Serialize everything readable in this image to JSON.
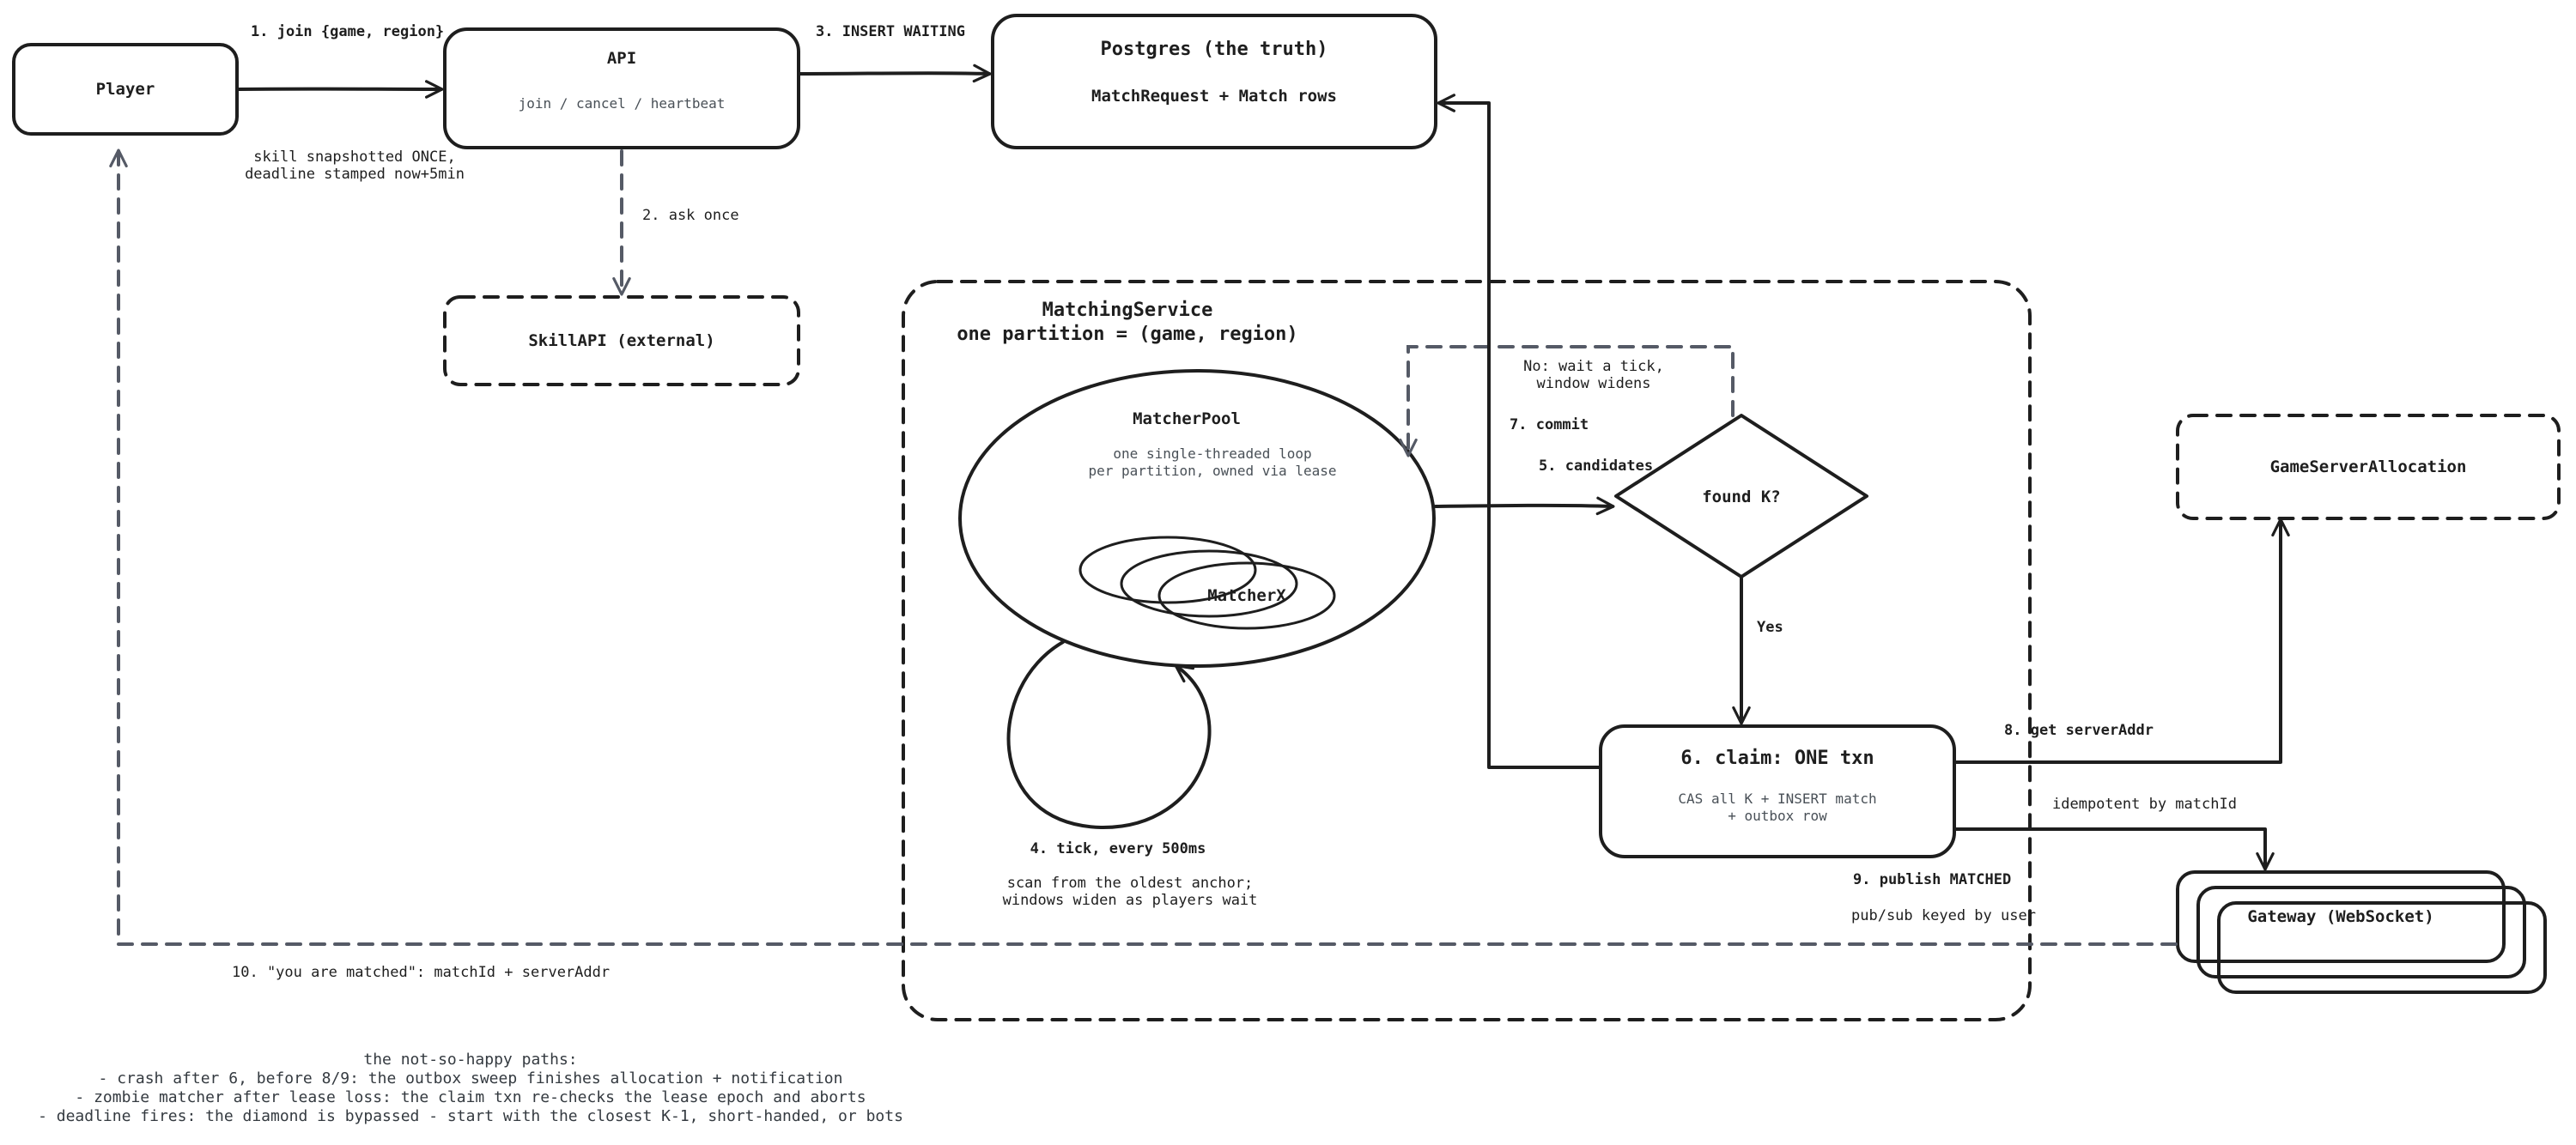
{
  "colors": {
    "client_blue": "#a5d8ff",
    "store_green": "#b2f2bb",
    "external_grey": "#e9ecef",
    "pool_yellow": "#ffec99",
    "matcher_yellow": "#ffd43b",
    "gateway_purple": "#d0bfff",
    "ink": "#1e1e1e",
    "dashed_grey": "#555a66"
  },
  "nodes": {
    "player": {
      "label": "Player"
    },
    "api": {
      "label": "API",
      "sub": "join / cancel / heartbeat"
    },
    "postgres": {
      "label": "Postgres (the truth)",
      "sub": "MatchRequest + Match rows"
    },
    "skillapi": {
      "label": "SkillAPI (external)"
    },
    "matching_service": {
      "title": "MatchingService",
      "subtitle": "one partition = (game, region)"
    },
    "matcher_pool": {
      "label": "MatcherPool",
      "sub_line1": "one single-threaded loop",
      "sub_line2": "per partition, owned via lease"
    },
    "matcher_x": {
      "label": "MatcherX"
    },
    "found_k": {
      "label": "found K?"
    },
    "claim": {
      "label": "6. claim: ONE txn",
      "sub_line1": "CAS all K + INSERT match",
      "sub_line2": "+ outbox row"
    },
    "game_server_allocation": {
      "label": "GameServerAllocation"
    },
    "gateway": {
      "label": "Gateway (WebSocket)"
    }
  },
  "edges": {
    "join": "1. join {game, region}",
    "skill_note_line1": "skill snapshotted ONCE,",
    "skill_note_line2": "deadline stamped now+5min",
    "ask_once": "2. ask once",
    "insert_waiting": "3. INSERT WAITING",
    "tick": "4. tick, every 500ms",
    "tick_note_line1": "scan from the oldest anchor;",
    "tick_note_line2": "windows widen as players wait",
    "candidates": "5. candidates",
    "commit": "7. commit",
    "no_wait_line1": "No: wait a tick,",
    "no_wait_line2": "window widens",
    "yes": "Yes",
    "get_server": "8. get serverAddr",
    "idempotent": "idempotent by matchId",
    "publish": "9. publish MATCHED",
    "pubsub": "pub/sub keyed by user",
    "you_matched": "10. \"you are matched\": matchId + serverAddr"
  },
  "footer_notes": {
    "title": "the not-so-happy paths:",
    "items": [
      "- crash after 6, before 8/9: the outbox sweep finishes allocation + notification",
      "- zombie matcher after lease loss: the claim txn re-checks the lease epoch and aborts",
      "- deadline fires: the diamond is bypassed - start with the closest K-1, short-handed, or bots"
    ]
  }
}
